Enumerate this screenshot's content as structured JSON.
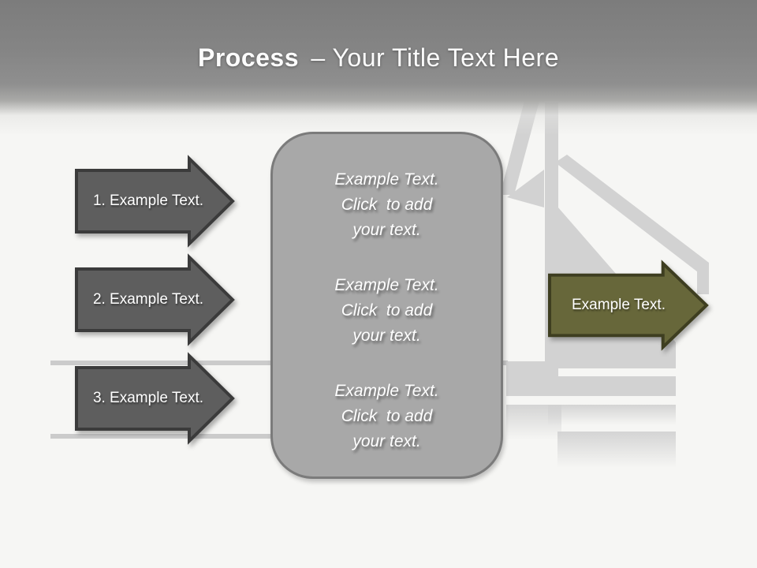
{
  "title": {
    "bold": "Process",
    "rest": "– Your Title Text Here"
  },
  "steps": [
    {
      "label": "1. Example Text."
    },
    {
      "label": "2. Example Text."
    },
    {
      "label": "3. Example Text."
    }
  ],
  "center_box": {
    "blocks": [
      "Example Text.\nClick  to add\nyour text.",
      "Example Text.\nClick  to add\nyour text.",
      "Example Text.\nClick  to add\nyour text."
    ]
  },
  "result_arrow": {
    "label": "Example Text."
  },
  "colors": {
    "background": "#f6f6f4",
    "title_band_top": "#7c7c7c",
    "title_text": "#fcfcfc",
    "step_arrow_fill": "#5e5e5e",
    "step_arrow_border": "#3b3b3b",
    "center_box_fill": "#a8a8a8",
    "center_box_border": "#7b7b7b",
    "result_arrow_fill": "#67673a",
    "result_arrow_border": "#3e3e20",
    "watermark": "#d2d2d2",
    "divider_line": "#cbcbcb"
  }
}
